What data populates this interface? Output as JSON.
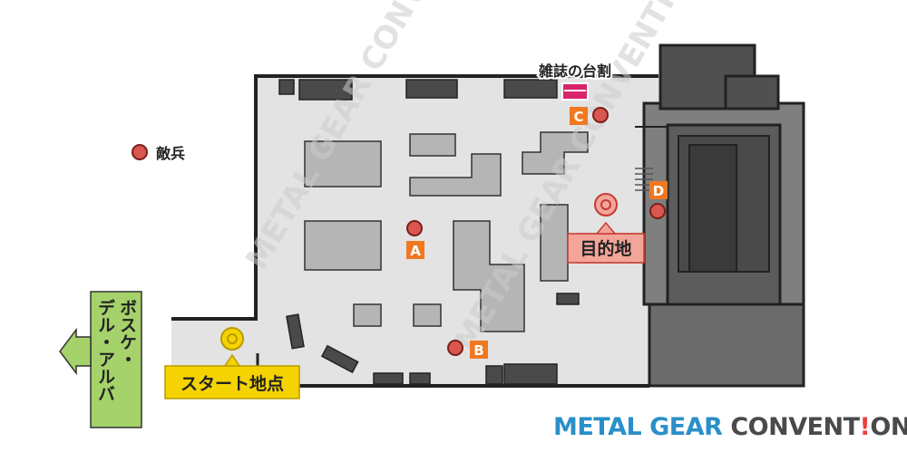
{
  "legend": {
    "enemy_label": "敵兵",
    "enemy_color": "#d9574f"
  },
  "labels": {
    "magazine": "雑誌の台割",
    "destination": "目的地",
    "start": "スタート地点",
    "exit_line1": "ボスケ・",
    "exit_line2": "デル・アルバ"
  },
  "markers": [
    {
      "id": "A",
      "label": "A"
    },
    {
      "id": "B",
      "label": "B"
    },
    {
      "id": "C",
      "label": "C"
    },
    {
      "id": "D",
      "label": "D"
    }
  ],
  "logo": {
    "part1": "METAL GEAR ",
    "part2": "CONVENT",
    "part3": "!",
    "part4": "ON"
  },
  "colors": {
    "marker_orange": "#f07820",
    "start_yellow": "#f5d300",
    "destination_pink": "#f4a59a",
    "exit_green": "#a5d26a",
    "floor": "#e3e3e3",
    "block": "#b5b5b5",
    "dark": "#404040"
  }
}
